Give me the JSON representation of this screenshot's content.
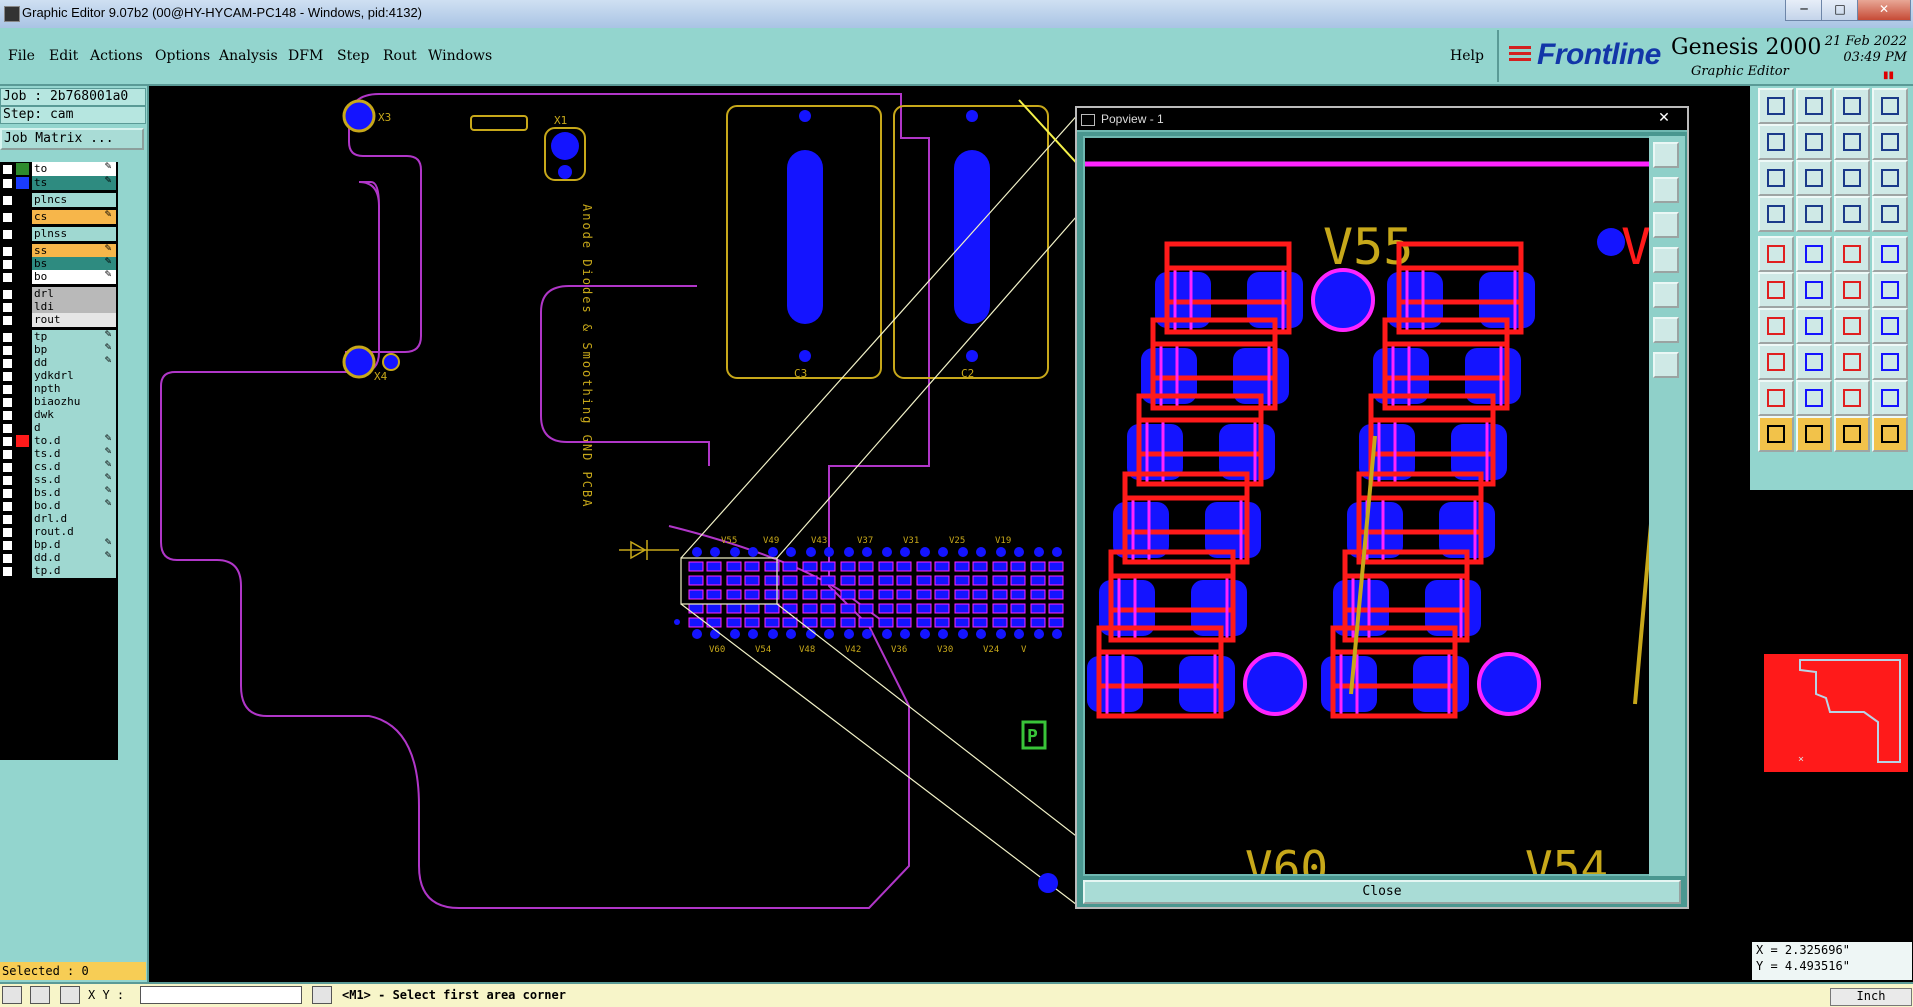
{
  "window": {
    "title": "Graphic Editor 9.07b2 (00@HY-HYCAM-PC148 - Windows, pid:4132)",
    "min_label": "─",
    "max_label": "□",
    "close_label": "✕"
  },
  "menu": {
    "items": [
      "File",
      "Edit",
      "Actions",
      "Options",
      "Analysis",
      "DFM",
      "Step",
      "Rout",
      "Windows"
    ],
    "help": "Help"
  },
  "brand": {
    "logo": "Frontline",
    "product": "Genesis 2000",
    "subtitle": "Graphic Editor",
    "date": "21 Feb 2022",
    "time": "03:49 PM"
  },
  "left_panel": {
    "job": "Job : 2b768001a0",
    "step": "Step: cam",
    "job_matrix": "Job Matrix ...",
    "layers": [
      {
        "name": "to",
        "swatch": "#2e8b2e",
        "bg": "#ffffff",
        "edit": true
      },
      {
        "name": "ts",
        "swatch": "#1a3cff",
        "bg": "#2e8b80",
        "edit": true
      },
      {
        "name": "plncs",
        "swatch": "#000000",
        "bg": "#9fd8d1",
        "edit": false
      },
      {
        "name": "cs",
        "swatch": "#000000",
        "bg": "#f7b64a",
        "edit": true
      },
      {
        "name": "plnss",
        "swatch": "#000000",
        "bg": "#9fd8d1",
        "edit": false
      },
      {
        "name": "ss",
        "swatch": "#000000",
        "bg": "#f7b64a",
        "edit": true
      },
      {
        "name": "bs",
        "swatch": "#000000",
        "bg": "#2e8b80",
        "edit": true
      },
      {
        "name": "bo",
        "swatch": "#000000",
        "bg": "#ffffff",
        "edit": true
      },
      {
        "name": "drl",
        "swatch": "#000000",
        "bg": "#b9b9b9",
        "edit": false
      },
      {
        "name": "ldi",
        "swatch": "#000000",
        "bg": "#b9b9b9",
        "edit": false
      },
      {
        "name": "rout",
        "swatch": "#000000",
        "bg": "#e6e6e6",
        "edit": false
      },
      {
        "name": "tp",
        "swatch": "#000000",
        "bg": "#9fd8d1",
        "edit": true
      },
      {
        "name": "bp",
        "swatch": "#000000",
        "bg": "#9fd8d1",
        "edit": true
      },
      {
        "name": "dd",
        "swatch": "#000000",
        "bg": "#9fd8d1",
        "edit": true
      },
      {
        "name": "ydkdrl",
        "swatch": "#000000",
        "bg": "#9fd8d1",
        "edit": false
      },
      {
        "name": "npth",
        "swatch": "#000000",
        "bg": "#9fd8d1",
        "edit": false
      },
      {
        "name": "biaozhu",
        "swatch": "#000000",
        "bg": "#9fd8d1",
        "edit": false
      },
      {
        "name": "dwk",
        "swatch": "#000000",
        "bg": "#9fd8d1",
        "edit": false
      },
      {
        "name": "d",
        "swatch": "#000000",
        "bg": "#9fd8d1",
        "edit": false
      },
      {
        "name": "to.d",
        "swatch": "#ff1a1a",
        "bg": "#9fd8d1",
        "edit": true
      },
      {
        "name": "ts.d",
        "swatch": "#000000",
        "bg": "#9fd8d1",
        "edit": true
      },
      {
        "name": "cs.d",
        "swatch": "#000000",
        "bg": "#9fd8d1",
        "edit": true
      },
      {
        "name": "ss.d",
        "swatch": "#000000",
        "bg": "#9fd8d1",
        "edit": true
      },
      {
        "name": "bs.d",
        "swatch": "#000000",
        "bg": "#9fd8d1",
        "edit": true
      },
      {
        "name": "bo.d",
        "swatch": "#000000",
        "bg": "#9fd8d1",
        "edit": true
      },
      {
        "name": "drl.d",
        "swatch": "#000000",
        "bg": "#9fd8d1",
        "edit": false
      },
      {
        "name": "rout.d",
        "swatch": "#000000",
        "bg": "#9fd8d1",
        "edit": false
      },
      {
        "name": "bp.d",
        "swatch": "#000000",
        "bg": "#9fd8d1",
        "edit": true
      },
      {
        "name": "dd.d",
        "swatch": "#000000",
        "bg": "#9fd8d1",
        "edit": true
      },
      {
        "name": "tp.d",
        "swatch": "#000000",
        "bg": "#9fd8d1",
        "edit": false
      }
    ],
    "selected": "Selected : 0"
  },
  "board": {
    "component_labels": [
      "X3",
      "X4",
      "X1",
      "C3",
      "C2"
    ],
    "silk_text": "Anode Diodes & Smoothing GND PCBA",
    "top_row_labels": [
      "V55",
      "V49",
      "V43",
      "V37",
      "V31",
      "V25",
      "V19"
    ],
    "bottom_row_labels": [
      "V60",
      "V54",
      "V48",
      "V42",
      "V36",
      "V30",
      "V24",
      "V"
    ]
  },
  "popview": {
    "title": "Popview - 1",
    "close_x": "✕",
    "close_button": "Close",
    "labels": {
      "top_left": "V55",
      "top_right": "V",
      "bottom_left": "V60",
      "bottom_right": "V54"
    }
  },
  "right_panel": {
    "coord_x": "X = 2.325696\"",
    "coord_y": "Y = 4.493516\""
  },
  "status": {
    "xy_label": "X Y :",
    "xy_value": "",
    "prompt": "<M1> - Select first area corner",
    "units": "Inch"
  },
  "colors": {
    "panel": "#93d5ce",
    "pad": "#1414ff",
    "mask": "#ff24ff",
    "outline": "#ff1a1a",
    "silk": "#c7a81a",
    "board_edge": "#b036c8"
  }
}
